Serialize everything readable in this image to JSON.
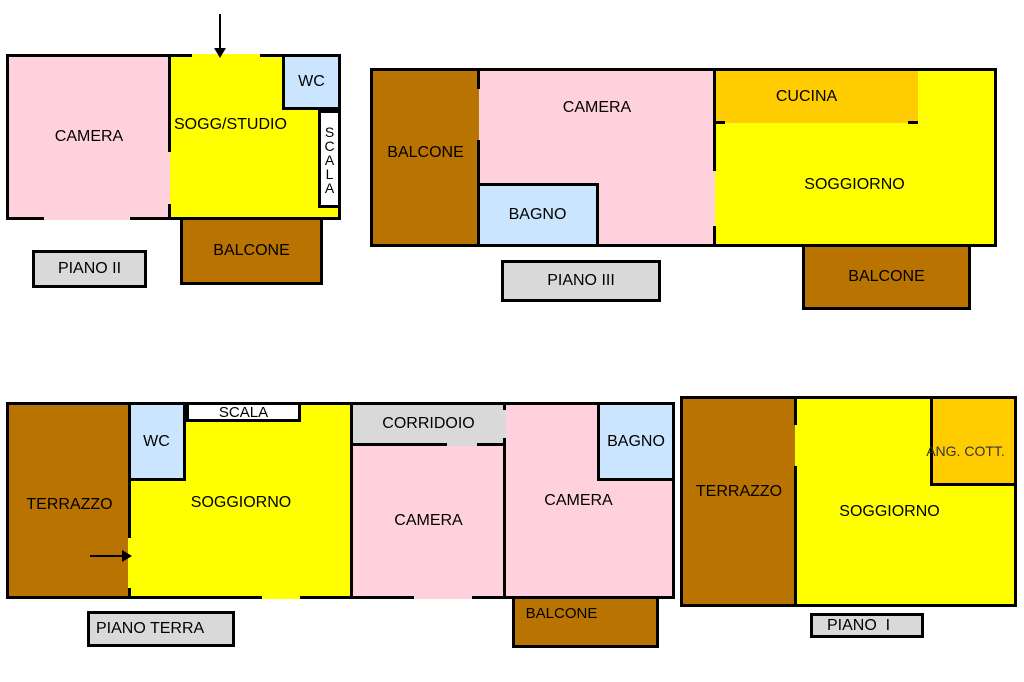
{
  "colors": {
    "camera": "#ffd1dc",
    "living": "#ffff00",
    "balcony": "#b87300",
    "bath": "#cce5ff",
    "kitchen": "#ffcc00",
    "corridor": "#d9d9d9",
    "label_bg": "#d9d9d9"
  },
  "piano_ii": {
    "label": "PIANO II",
    "camera": "CAMERA",
    "sogg_studio": "SOGG/STUDIO",
    "wc": "WC",
    "scala": "SCALA",
    "balcone": "BALCONE"
  },
  "piano_iii": {
    "label": "PIANO III",
    "balcone_left": "BALCONE",
    "camera": "CAMERA",
    "bagno": "BAGNO",
    "cucina": "CUCINA",
    "soggiorno": "SOGGIORNO",
    "balcone_bottom": "BALCONE"
  },
  "piano_terra": {
    "label": "PIANO TERRA",
    "terrazzo": "TERRAZZO",
    "wc": "WC",
    "scala": "SCALA",
    "soggiorno": "SOGGIORNO",
    "corridoio": "CORRIDOIO",
    "camera_1": "CAMERA",
    "camera_2": "CAMERA",
    "bagno": "BAGNO",
    "balcone": "BALCONE"
  },
  "piano_i": {
    "label": "PIANO  I",
    "terrazzo": "TERRAZZO",
    "soggiorno": "SOGGIORNO",
    "ang_cott": "ANG. COTT."
  }
}
